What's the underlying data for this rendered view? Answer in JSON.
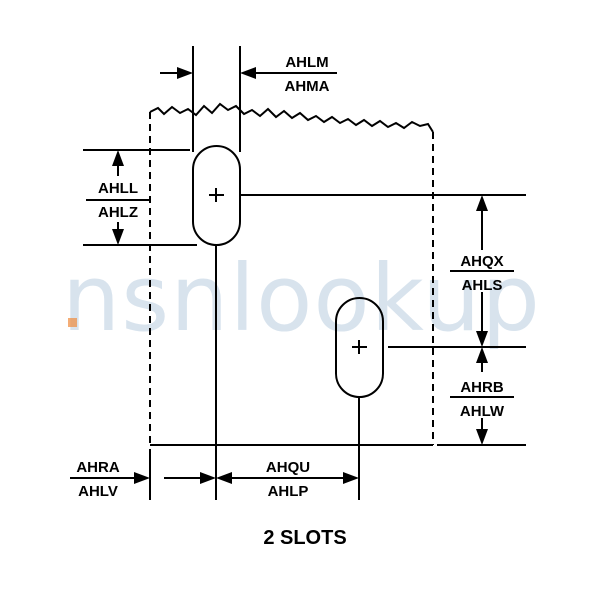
{
  "dimensions": {
    "top_width": {
      "code1": "AHLM",
      "code2": "AHMA"
    },
    "slot_length": {
      "code1": "AHLL",
      "code2": "AHLZ"
    },
    "vertical_span": {
      "code1": "AHQX",
      "code2": "AHLS"
    },
    "bottom_offset": {
      "code1": "AHRB",
      "code2": "AHLW"
    },
    "edge_offset": {
      "code1": "AHRA",
      "code2": "AHLV"
    },
    "slot_spacing": {
      "code1": "AHQU",
      "code2": "AHLP"
    }
  },
  "caption": "2 SLOTS",
  "watermark": {
    "brand": "nsnlookup",
    "color": "#b9cde0",
    "accent": "#f08a3c"
  }
}
